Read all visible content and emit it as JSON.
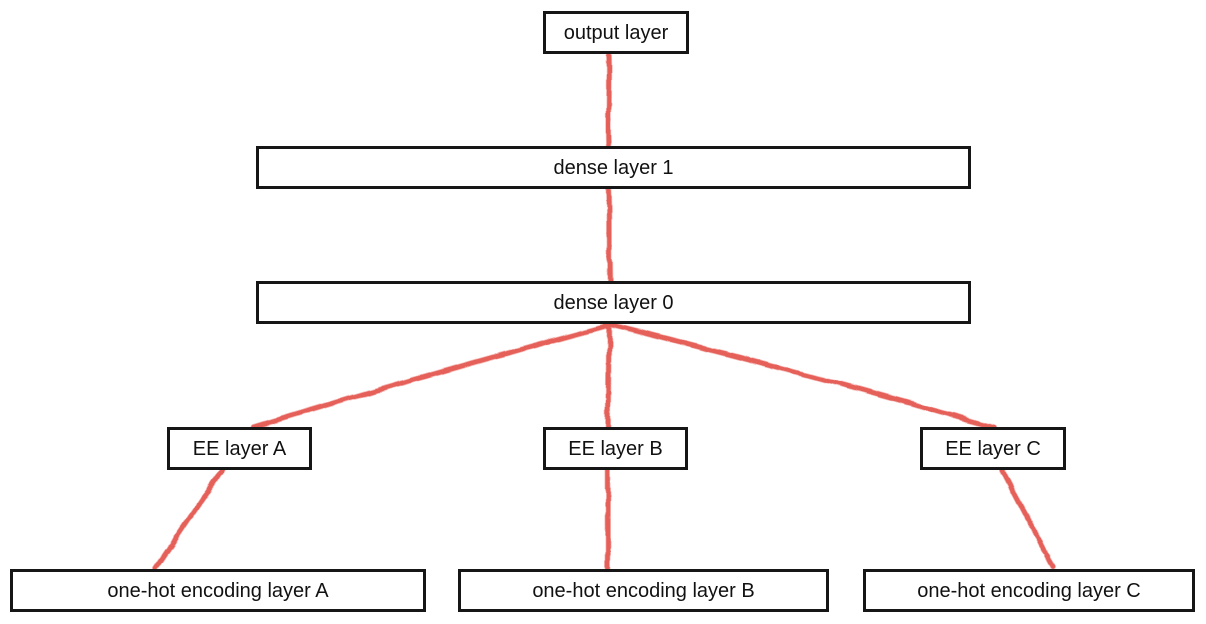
{
  "diagram": {
    "description": "Neural network architecture diagram with entity-embedding layers",
    "colors": {
      "background": "#ffffff",
      "box_border": "#161616",
      "box_fill": "#ffffff",
      "text": "#111111",
      "edge": "#e6605a"
    },
    "nodes": [
      {
        "id": "output",
        "label": "output layer"
      },
      {
        "id": "dense1",
        "label": "dense layer 1"
      },
      {
        "id": "dense0",
        "label": "dense layer 0"
      },
      {
        "id": "ee_a",
        "label": "EE layer A"
      },
      {
        "id": "ee_b",
        "label": "EE layer B"
      },
      {
        "id": "ee_c",
        "label": "EE layer C"
      },
      {
        "id": "onehot_a",
        "label": "one-hot encoding layer A"
      },
      {
        "id": "onehot_b",
        "label": "one-hot encoding layer B"
      },
      {
        "id": "onehot_c",
        "label": "one-hot encoding layer C"
      }
    ],
    "edges": [
      {
        "from": "output layer",
        "to": "dense layer 1"
      },
      {
        "from": "dense layer 1",
        "to": "dense layer 0"
      },
      {
        "from": "dense layer 0",
        "to": "EE layer A"
      },
      {
        "from": "dense layer 0",
        "to": "EE layer B"
      },
      {
        "from": "dense layer 0",
        "to": "EE layer C"
      },
      {
        "from": "EE layer A",
        "to": "one-hot encoding layer A"
      },
      {
        "from": "EE layer B",
        "to": "one-hot encoding layer B"
      },
      {
        "from": "EE layer C",
        "to": "one-hot encoding layer C"
      }
    ],
    "edge_style": "hand-drawn sketch, coral red"
  }
}
